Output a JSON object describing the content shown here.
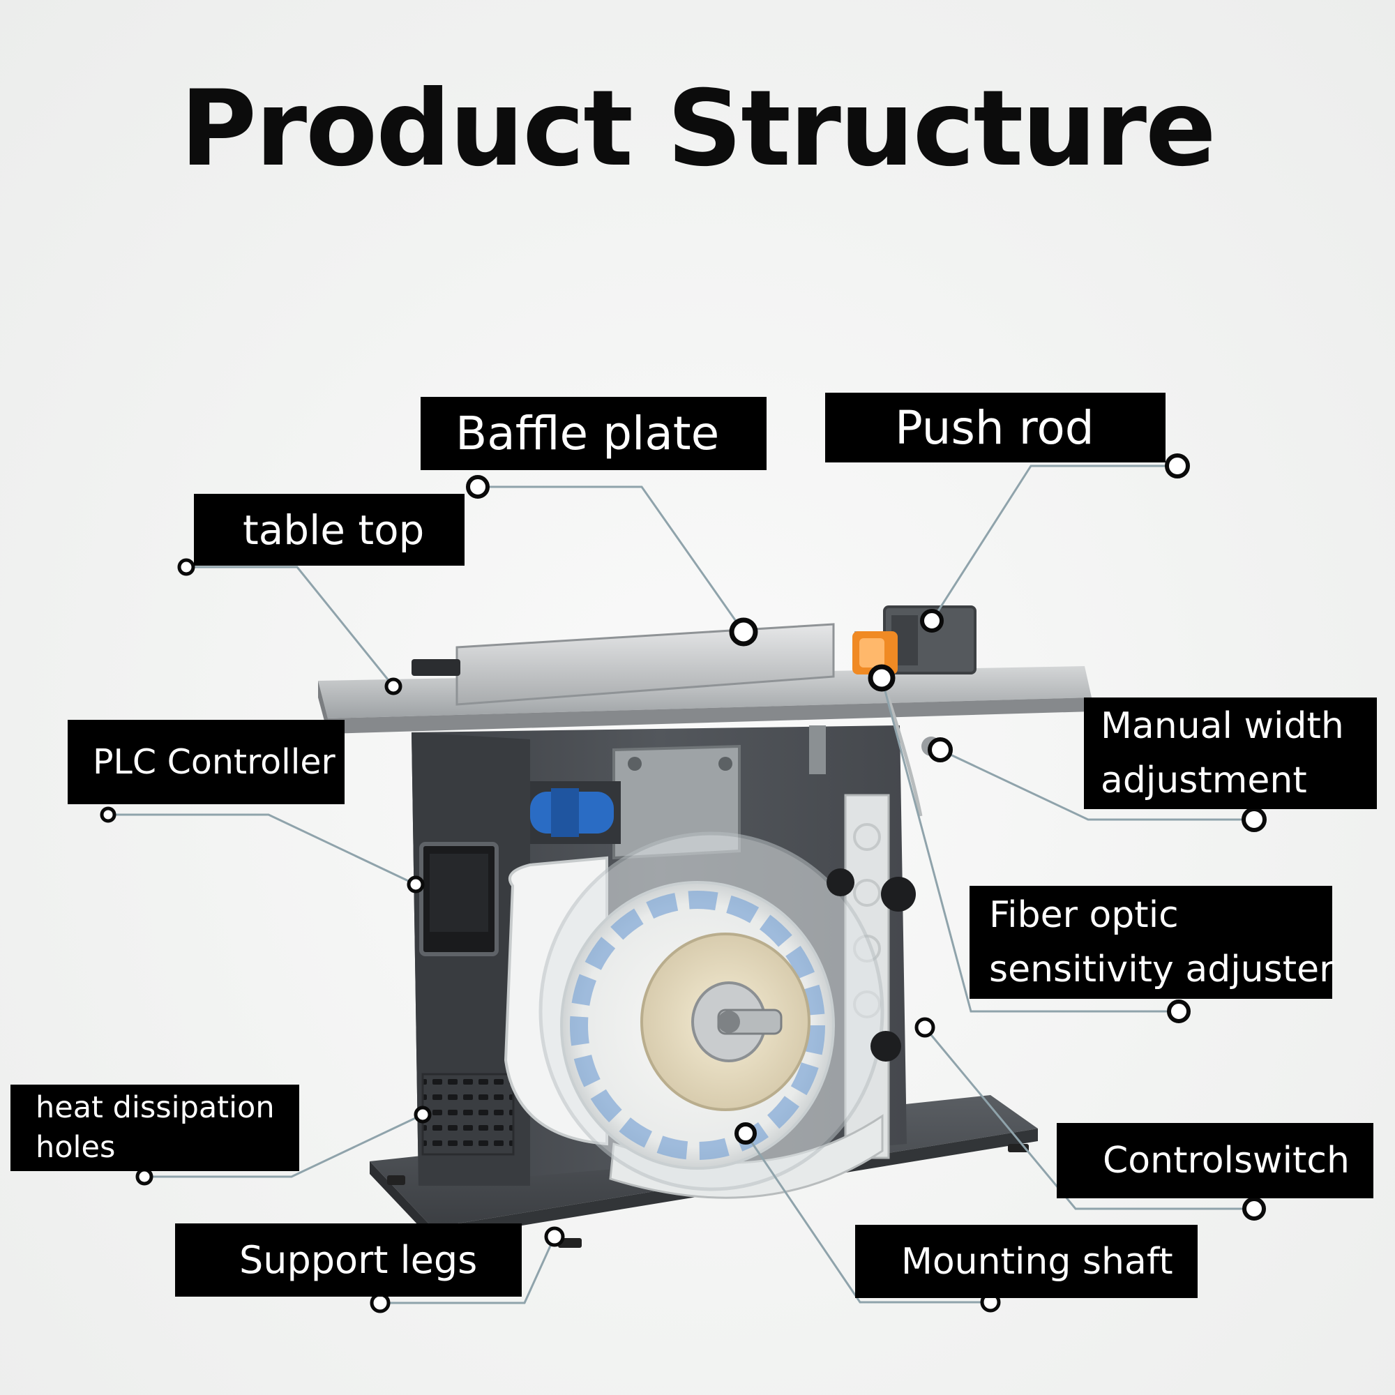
{
  "title": "Product Structure",
  "labels": {
    "baffle_plate": "Baffle plate",
    "push_rod": "Push rod",
    "table_top": "table top",
    "plc_controller": "PLC Controller",
    "manual_width": [
      "Manual width",
      "adjustment"
    ],
    "fiber_optic": [
      "Fiber optic",
      "sensitivity adjuster"
    ],
    "heat_dissipation": [
      "heat dissipation",
      "holes"
    ],
    "controlswitch": "Controlswitch",
    "support_legs": "Support legs",
    "mounting_shaft": "Mounting shaft"
  },
  "colors": {
    "label_bg": "#000000",
    "label_text": "#ffffff",
    "leader_line": "#8fa3ab",
    "machine_body": "#4a4d52",
    "table_top": "#b9bcbe",
    "accent_orange": "#f08a24",
    "accent_blue": "#2a6cc4"
  }
}
